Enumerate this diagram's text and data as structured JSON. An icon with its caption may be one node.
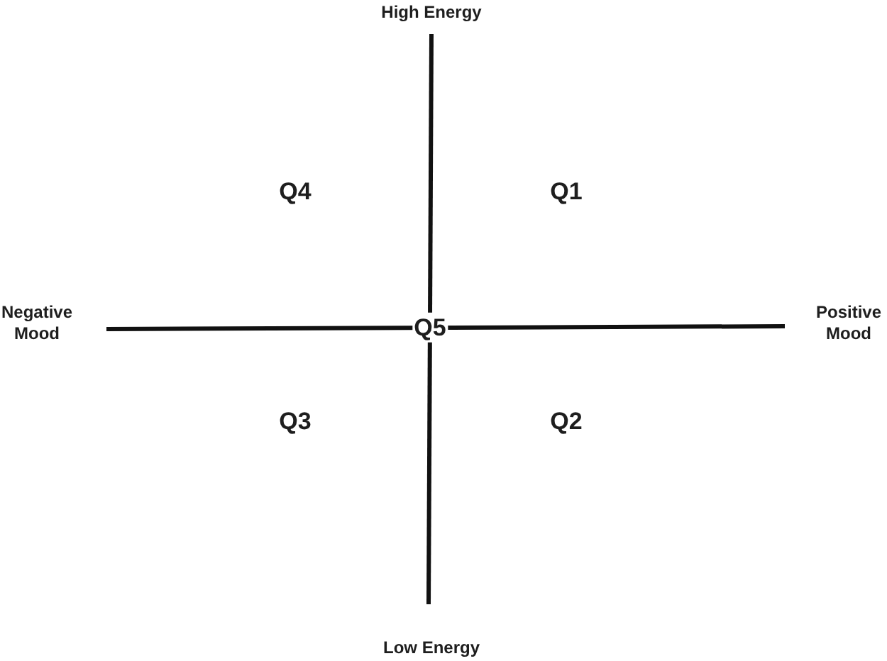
{
  "diagram": {
    "labels": [
      "High Energy",
      "Q4",
      "Q1",
      "Negative Mood",
      "Q5",
      "Positive Mood",
      "Q3",
      "Q2",
      "Low Energy"
    ]
  }
}
